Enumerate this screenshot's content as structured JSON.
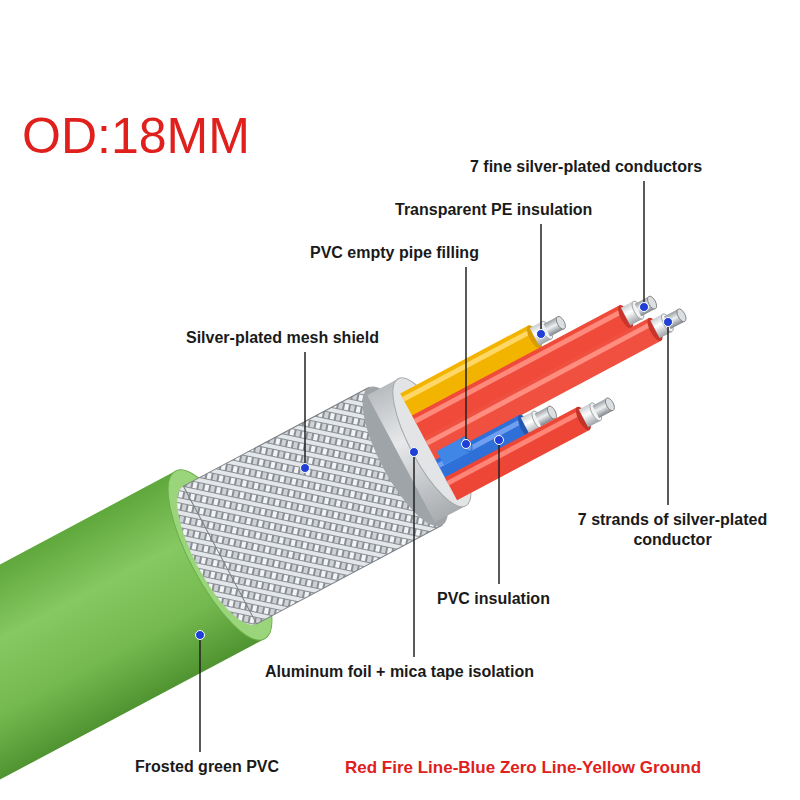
{
  "diagram": {
    "title": "OD:18MM",
    "caption": "Red Fire Line-Blue Zero Line-Yellow Ground",
    "labels": [
      "7 fine silver-plated conductors",
      "Transparent PE insulation",
      "PVC empty pipe filling",
      "Silver-plated mesh shield",
      "7 strands of silver-plated conductor",
      "PVC insulation",
      "Aluminum foil + mica tape isolation",
      "Frosted green PVC"
    ]
  }
}
